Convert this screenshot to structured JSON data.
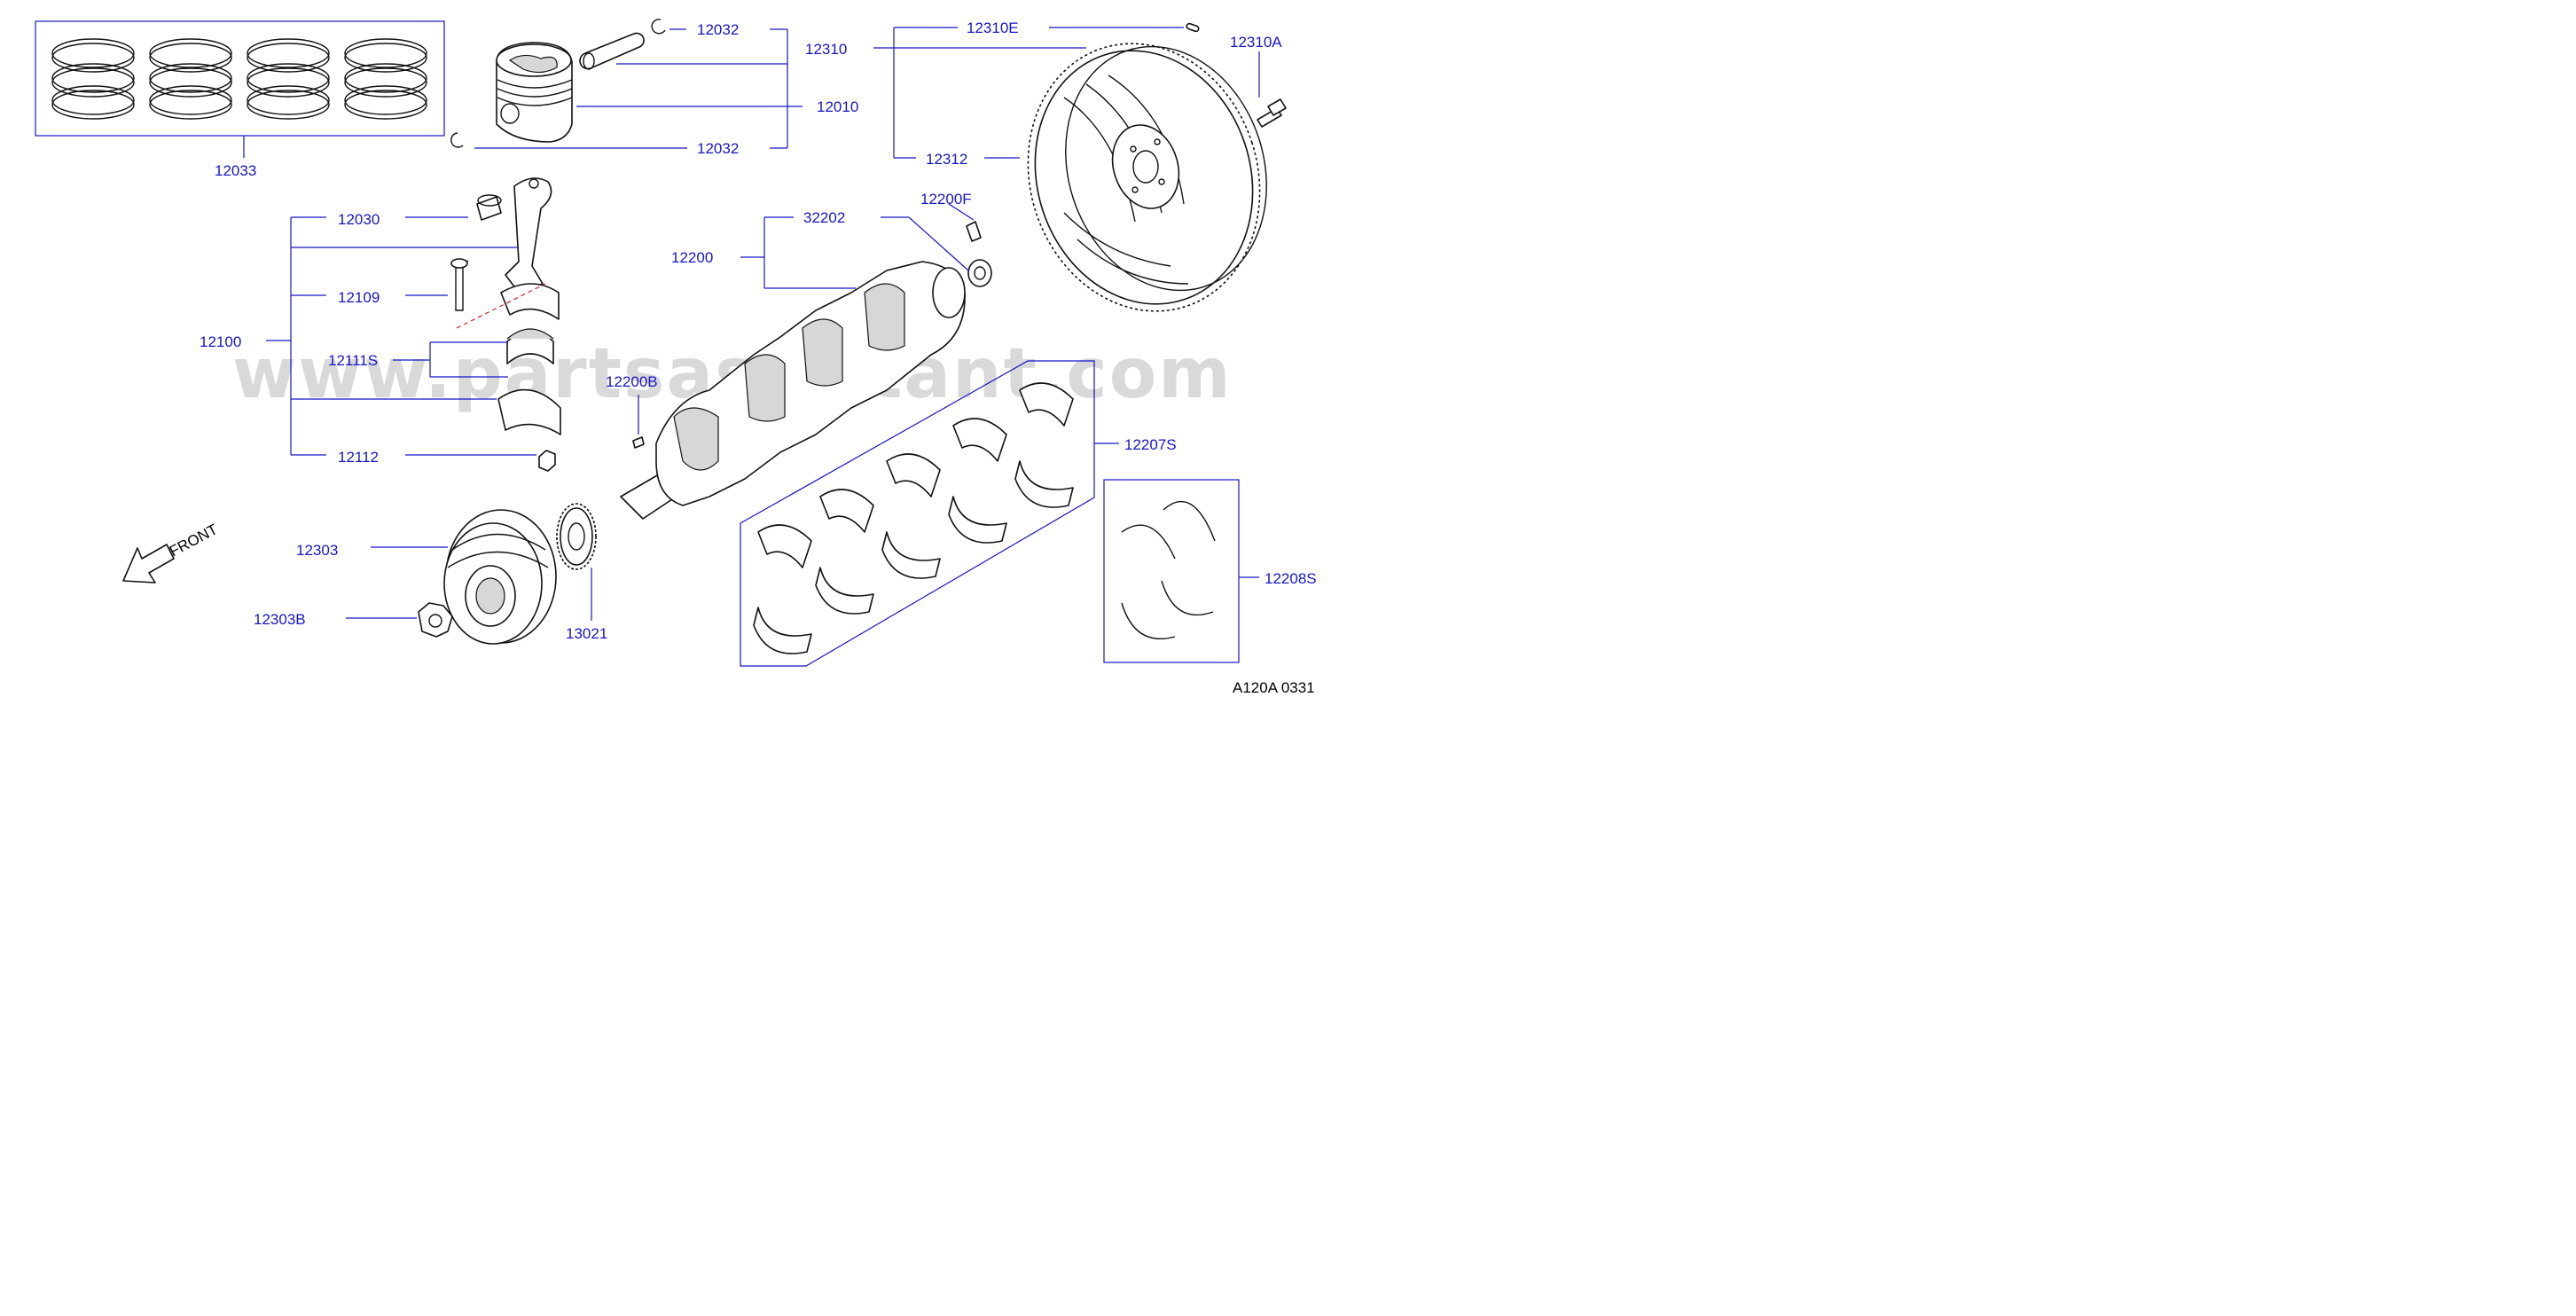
{
  "watermark": "www.partsassistant.com",
  "footer_code": "A120A  0331",
  "front_label": "FRONT",
  "labels": {
    "piston_rings": "12033",
    "piston_pin_clip_top": "12032",
    "piston_pin_clip_bottom": "12032",
    "piston_and_pin": "12310",
    "piston": "12010",
    "flywheel_dowel": "12310E",
    "flywheel_bolt": "12310A",
    "ring_gear": "12312",
    "conrod_bushing": "12030",
    "conrod_assembly": "12100",
    "conrod_bolt": "12109",
    "conrod_bearing": "12111S",
    "conrod_nut": "12112",
    "crankshaft": "12200",
    "pilot_bushing": "32202",
    "crank_pin": "12200F",
    "crank_key": "12200B",
    "main_bearing": "12207S",
    "thrust_washer": "12208S",
    "crank_pulley": "12303",
    "pulley_bolt": "12303B",
    "crank_sprocket": "13021"
  },
  "colors": {
    "label": "#1515c8",
    "watermark": "#d9d9d9",
    "linework": "#111111"
  }
}
